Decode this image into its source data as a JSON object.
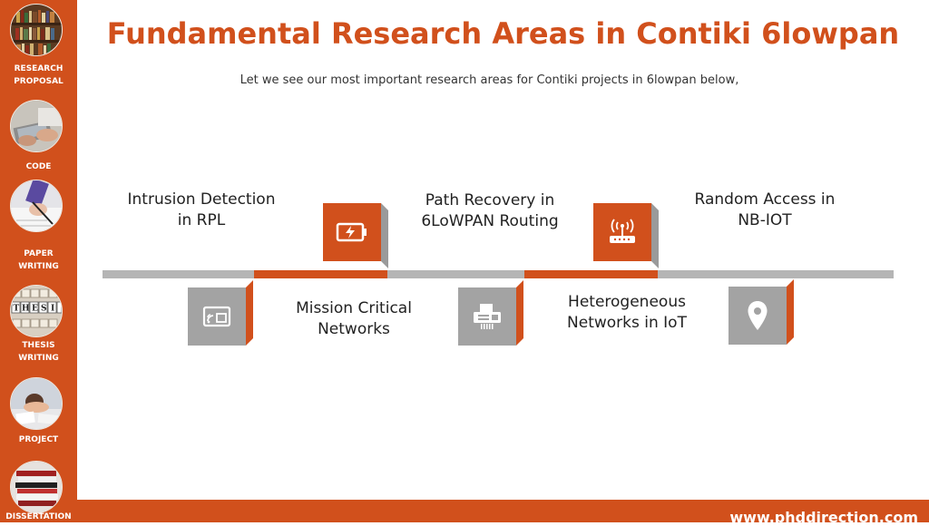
{
  "sidebar": {
    "items": [
      {
        "label": "RESEARCH\nPROPOSAL",
        "icon": "bookshelf-thumbnail"
      },
      {
        "label": "CODE",
        "icon": "laptop-hands-thumbnail"
      },
      {
        "label": "PAPER\nWRITING",
        "icon": "pen-writing-thumbnail"
      },
      {
        "label": "THESIS\nWRITING",
        "icon": "thesis-blocks-thumbnail"
      },
      {
        "label": "PROJECT",
        "icon": "student-desk-thumbnail"
      },
      {
        "label": "DISSERTATION",
        "icon": "book-stack-thumbnail"
      }
    ]
  },
  "header": {
    "title": "Fundamental Research Areas in Contiki 6lowpan",
    "subtitle": "Let we see our most important research areas for Contiki projects in 6lowpan below,"
  },
  "timeline": {
    "upper": [
      {
        "label": "Intrusion Detection\nin RPL"
      },
      {
        "label": "Path Recovery in\n6LoWPAN Routing"
      },
      {
        "label": "Random Access in\nNB-IOT"
      }
    ],
    "lower": [
      {
        "label": "Mission Critical\nNetworks"
      },
      {
        "label": "Heterogeneous\nNetworks in IoT"
      }
    ],
    "icons": [
      "wireless-screen-icon",
      "battery-charging-icon",
      "fax-printer-icon",
      "wifi-router-icon",
      "location-pin-icon"
    ]
  },
  "footer": {
    "url": "www.phddirection.com"
  },
  "colors": {
    "accent": "#d1501c",
    "gray_box": "#a3a3a3",
    "gray_box_side": "#7d7d7d",
    "orange_side": "#a83a10"
  }
}
